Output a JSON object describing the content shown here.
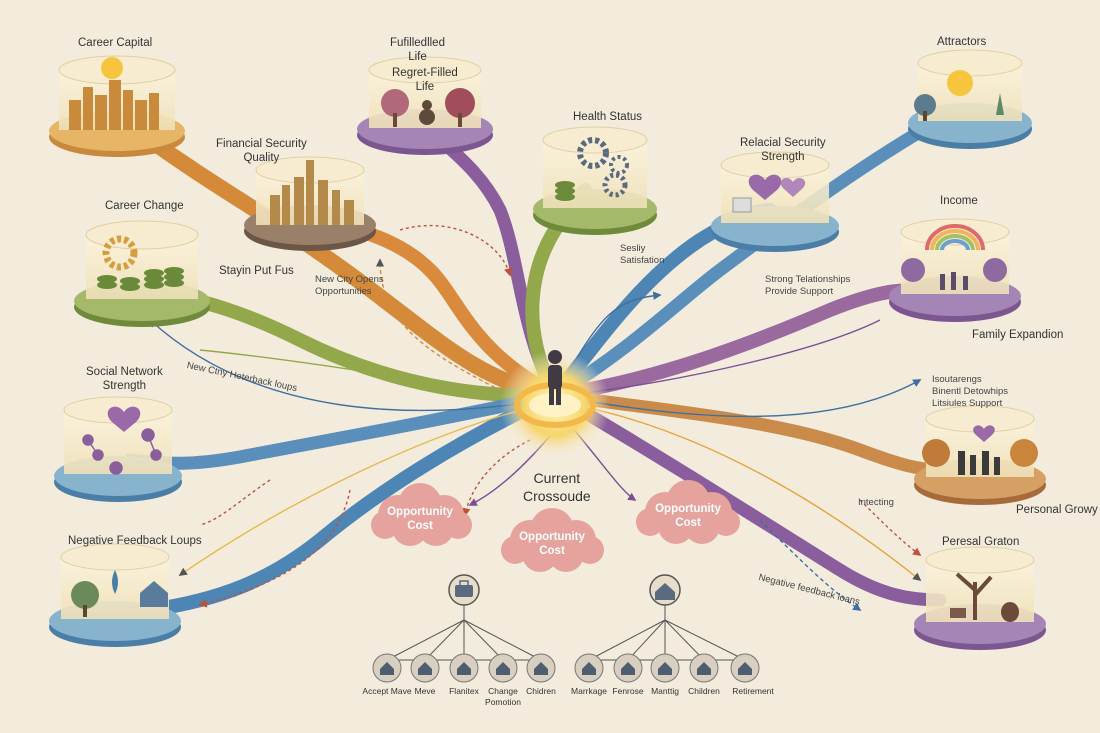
{
  "nodes": {
    "career_capital": "Career Capital",
    "fulfilled_life": "Fufilledlled\nLife",
    "regret_filled_life": "Regret-Filled\nLife",
    "attractors": "Attractors",
    "financial_security": "Financial Security\nQuality",
    "health_status": "Health Status",
    "relational_security": "Relacial Security\nStrength",
    "career_change": "Career Change",
    "income": "Income",
    "stay_put": "Stayin Put Fus",
    "new_city": "New City Opens\nOpportunities",
    "social_satisfaction": "Sesliy\nSatisfation",
    "strong_relationships": "Strong Telationships\nProvide Support",
    "family_expansion": "Family Expandion",
    "new_city_feedback": "New Ctny Heterback loups",
    "social_network": "Social Network\nStrength",
    "isolation": "Isoutarengs\nBinentl Detowhips\nLitsiules Support",
    "current_crossroads": "Current\nCrossoude",
    "interacting": "Intecting",
    "personal_growth_right": "Personal Growy",
    "negative_feedback": "Negative Feedback Loups",
    "personal_growth": "Peresal Graton",
    "negative_feedback_right": "Negative feedback loans"
  },
  "clouds": [
    "Opportunity\nCost",
    "Opportunity\nCost",
    "Opportunity\nCost"
  ],
  "tree_left": {
    "icon": "briefcase-icon",
    "leaves": [
      {
        "icon": "house-icon",
        "label": "Accept Mave"
      },
      {
        "icon": "truck-icon",
        "label": "Meve"
      },
      {
        "icon": "people-icon",
        "label": "Flanitex"
      },
      {
        "icon": "house-icon",
        "label": "Change\nPomotion"
      },
      {
        "icon": "child-icon",
        "label": "Chidren"
      }
    ]
  },
  "tree_right": {
    "icon": "home-icon",
    "leaves": [
      {
        "icon": "house-icon",
        "label": "Marrkage"
      },
      {
        "icon": "people-icon",
        "label": "Fenrose"
      },
      {
        "icon": "family-icon",
        "label": "Manttig"
      },
      {
        "icon": "head-icon",
        "label": "Children"
      },
      {
        "icon": "gear-icon",
        "label": "Retirement"
      }
    ]
  },
  "colors": {
    "background": "#f3ecdd",
    "orange": "#d58a3a",
    "green": "#93a84b",
    "blue": "#4d86b5",
    "purple": "#8a5e9c",
    "pink": "#d6868a",
    "yellow": "#e8b84a",
    "cloud": "#e6a29c"
  }
}
